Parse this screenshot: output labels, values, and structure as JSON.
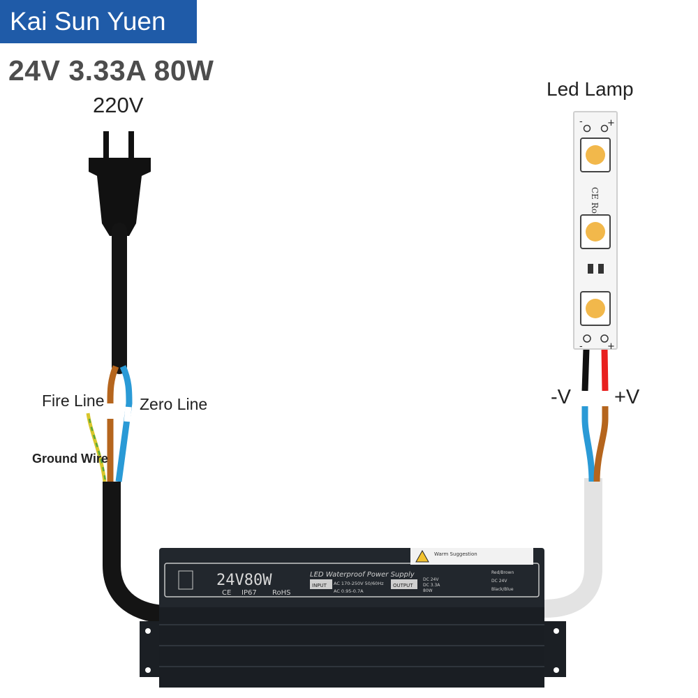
{
  "brand": "Kai Sun Yuen",
  "spec": "24V 3.33A 80W",
  "labels": {
    "input_voltage": "220V",
    "lamp": "Led Lamp",
    "fire_line": "Fire Line",
    "zero_line": "Zero Line",
    "ground_wire": "Ground Wire",
    "neg_v": "-V",
    "pos_v": "+V"
  },
  "psu": {
    "model": "24V80W",
    "title": "LED Waterproof Power Supply",
    "ip": "IP67",
    "ce": "CE",
    "rohs": "RoHS",
    "input_label": "INPUT",
    "input_spec_1": "AC 170-250V 50/60Hz",
    "input_spec_2": "AC 0.95-0.7A",
    "output_label": "OUTPUT",
    "output_spec_1": "DC 24V",
    "output_spec_2": "DC 3.3A",
    "output_spec_3": "80W",
    "warning": "Warm Suggestion",
    "out_red": "Red/Brown",
    "out_v": "DC 24V",
    "out_black": "Black/Blue"
  },
  "strip": {
    "minus": "-",
    "plus": "+",
    "rohs": "CE RoHS"
  },
  "colors": {
    "brand_bg": "#1f5ba8",
    "brown_wire": "#b5651d",
    "blue_wire": "#2a9ad6",
    "red_wire": "#e8201f",
    "led_yellow": "#f2b84b"
  }
}
